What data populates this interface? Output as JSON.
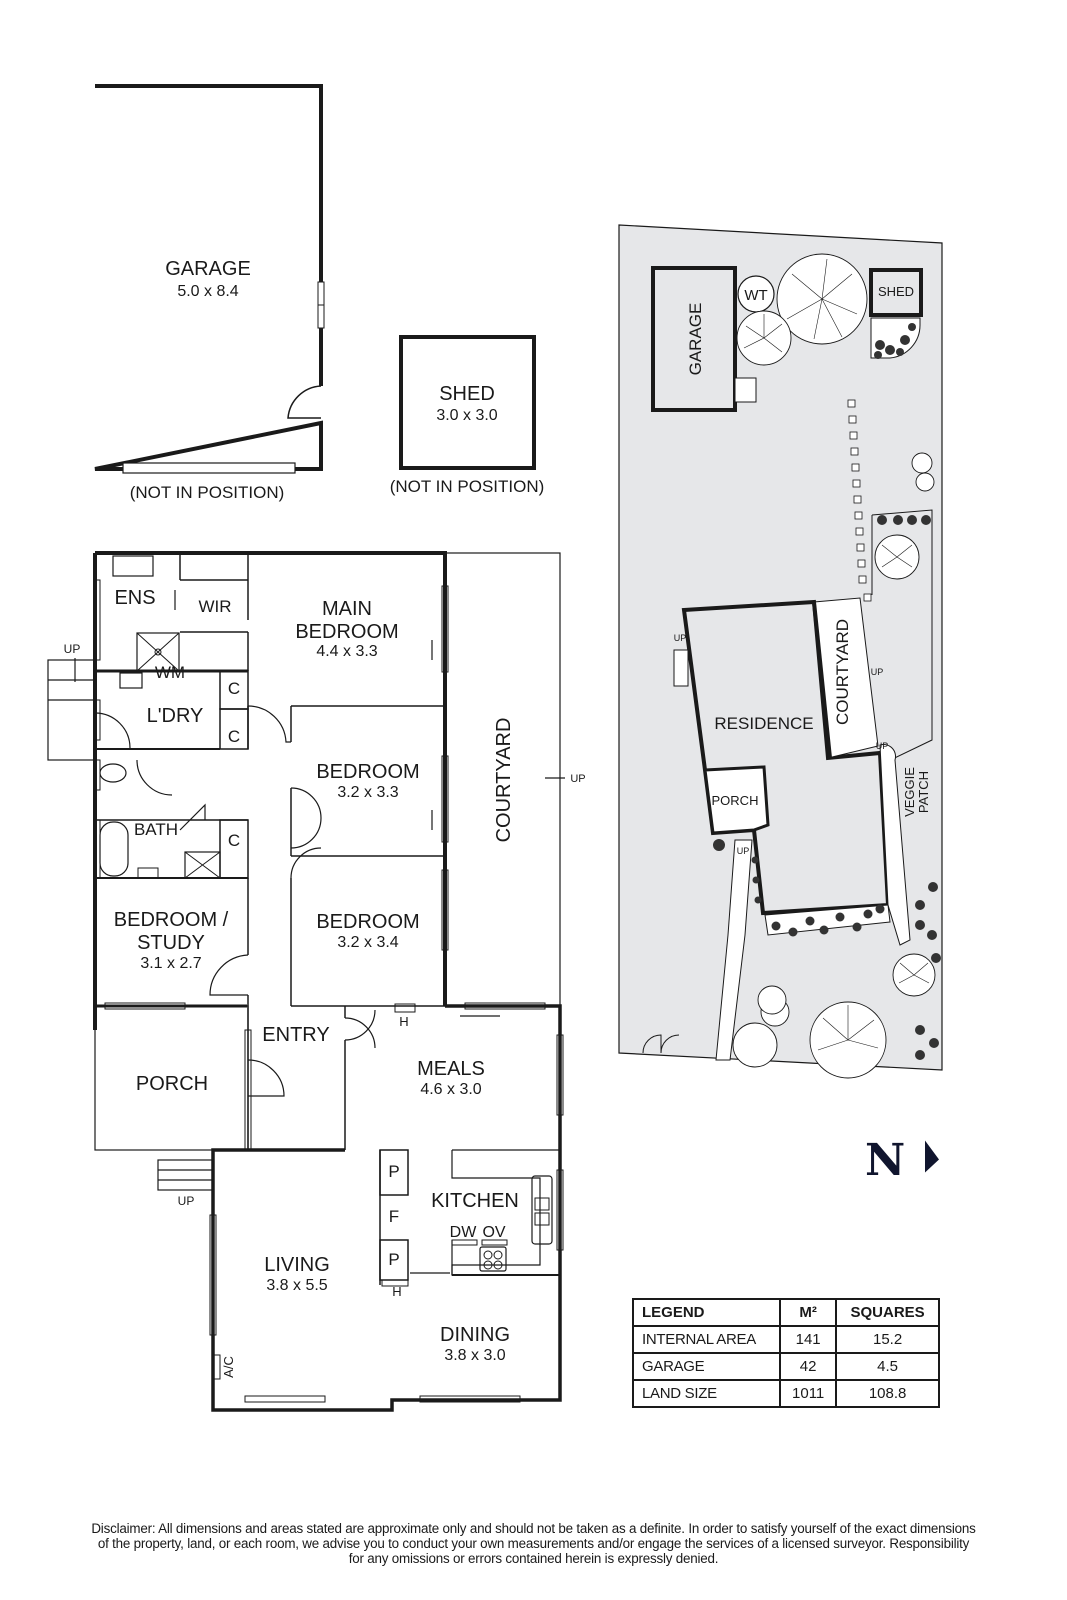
{
  "detached": {
    "garage": {
      "name": "GARAGE",
      "size": "5.0 x 8.4",
      "note": "(NOT IN POSITION)"
    },
    "shed": {
      "name": "SHED",
      "size": "3.0 x 3.0",
      "note": "(NOT IN POSITION)"
    }
  },
  "floor_plan": {
    "rooms": {
      "ens": {
        "name": "ENS"
      },
      "wir": {
        "name": "WIR"
      },
      "main_bedroom": {
        "name_line1": "MAIN",
        "name_line2": "BEDROOM",
        "size": "4.4 x 3.3"
      },
      "wm": {
        "name": "WM"
      },
      "laundry": {
        "name": "L'DRY"
      },
      "bedroom2": {
        "name": "BEDROOM",
        "size": "3.2 x 3.3"
      },
      "bath": {
        "name": "BATH"
      },
      "bedroom3": {
        "name": "BEDROOM",
        "size": "3.2 x 3.4"
      },
      "bedroom_study": {
        "name_line1": "BEDROOM /",
        "name_line2": "STUDY",
        "size": "3.1 x 2.7"
      },
      "courtyard": {
        "name": "COURTYARD"
      },
      "entry": {
        "name": "ENTRY"
      },
      "porch": {
        "name": "PORCH"
      },
      "meals": {
        "name": "MEALS",
        "size": "4.6 x 3.0"
      },
      "kitchen": {
        "name": "KITCHEN"
      },
      "living": {
        "name": "LIVING",
        "size": "3.8 x 5.5"
      },
      "dining": {
        "name": "DINING",
        "size": "3.8 x 3.0"
      }
    },
    "fixtures": {
      "cupboard": "C",
      "pantry": "P",
      "fridge": "F",
      "heater": "H",
      "dishwasher": "DW",
      "oven": "OV",
      "aircon": "A/C",
      "up": "UP"
    }
  },
  "site_plan": {
    "garage": "GARAGE",
    "water_tank": "WT",
    "shed": "SHED",
    "residence": "RESIDENCE",
    "courtyard": "COURTYARD",
    "porch": "PORCH",
    "veggie_line1": "VEGGIE",
    "veggie_line2": "PATCH",
    "up": "UP"
  },
  "compass": {
    "label": "N",
    "color": "#10152e"
  },
  "legend": {
    "headers": [
      "LEGEND",
      "M²",
      "SQUARES"
    ],
    "rows": [
      {
        "label": "INTERNAL AREA",
        "m2": "141",
        "squares": "15.2"
      },
      {
        "label": "GARAGE",
        "m2": "42",
        "squares": "4.5"
      },
      {
        "label": "LAND SIZE",
        "m2": "1011",
        "squares": "108.8"
      }
    ]
  },
  "disclaimer": {
    "line1": "Disclaimer: All dimensions and areas stated are approximate only and should not be taken as a definite. In order to satisfy yourself of the exact dimensions",
    "line2": "of the property, land, or each room, we advise you to conduct your own measurements and/or engage the services of a licensed surveyor. Responsibility",
    "line3": "for any omissions or errors contained herein is expressly denied."
  },
  "colors": {
    "site_fill": "#e6e7e9",
    "wall": "#1a1a1a",
    "compass": "#10152e"
  }
}
